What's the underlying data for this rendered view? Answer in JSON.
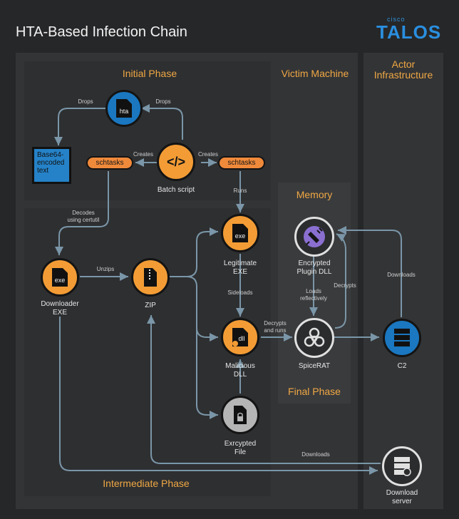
{
  "header": {
    "title": "HTA-Based Infection Chain",
    "brand_small": "cisco",
    "brand": "TALOS"
  },
  "sections": {
    "initial": "Initial Phase",
    "victim": "Victim Machine",
    "actor": "Actor\nInfrastructure",
    "memory": "Memory",
    "final": "Final Phase",
    "intermediate": "Intermediate Phase"
  },
  "nodes": {
    "hta": {
      "label": "",
      "glyph": "hta"
    },
    "base64": {
      "label": "Base64-\nencoded\ntext"
    },
    "schtasks_left": {
      "label": "schtasks"
    },
    "batch": {
      "label": "Batch script",
      "glyph": "</>"
    },
    "schtasks_right": {
      "label": "schtasks"
    },
    "downloader": {
      "label": "Downloader\nEXE",
      "glyph": "exe"
    },
    "zip": {
      "label": "ZIP"
    },
    "legit_exe": {
      "label": "Legitimate\nEXE",
      "glyph": "exe"
    },
    "mal_dll": {
      "label": "Malicious\nDLL",
      "glyph": "dll"
    },
    "enc_file": {
      "label": "Exrcypted\nFile"
    },
    "plugin": {
      "label": "Encrypted\nPlugin DLL"
    },
    "spicerat": {
      "label": "SpiceRAT"
    },
    "c2": {
      "label": "C2"
    },
    "download_server": {
      "label": "Download\nserver"
    }
  },
  "edges": {
    "drops_left": "Drops",
    "drops_right": "Drops",
    "creates_left": "Creates",
    "creates_right": "Creates",
    "runs": "Runs",
    "decodes": "Decodes\nusing certutil",
    "unzips": "Unzips",
    "sideloads": "Sideloads",
    "decrypts_runs": "Decrypts\nand runs",
    "loads": "Loads\nreflectively",
    "decrypts": "Decrypts",
    "downloads_c2": "Downloads",
    "downloads_server": "Downloads"
  },
  "colors": {
    "orange": "#f39c35",
    "blue": "#1a77c0",
    "panel_title": "#f0a844",
    "line": "#7a96a8"
  }
}
